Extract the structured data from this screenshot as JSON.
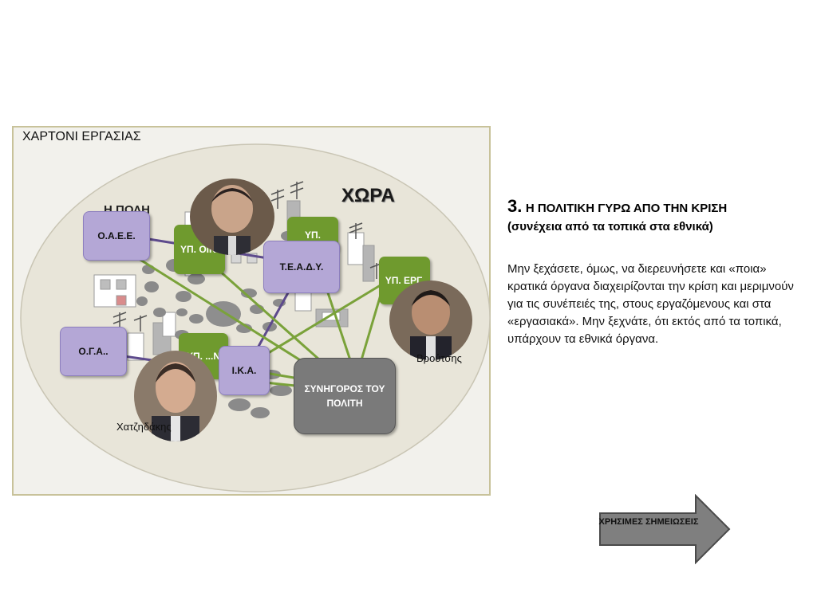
{
  "panel": {
    "title": "ΧΑΡΤΟΝΙ ΕΡΓΑΣΙΑΣ"
  },
  "map": {
    "country_label": "ΧΩΡΑ",
    "city_label": "Η ΠΟΛΗ"
  },
  "nodes": {
    "oaee": "Ο.Α.Ε.Ε.",
    "oga": "Ο.Γ.Α..",
    "teady": "Τ.Ε.Α.Δ.Υ.",
    "ika": "Ι.Κ.Α.",
    "yp_oik": "ΥΠ. ΟΙΚ.",
    "yp_top": "ΥΠ.",
    "yp_erg": "ΥΠ. ΕΡΓ.",
    "yp_low": "ΥΠ. ...Ν",
    "ombudsman": "ΣΥΝΗΓΟΡΟΣ ΤΟΥ ΠΟΛΙΤΗ"
  },
  "people": {
    "right_caption": "Βρούτσης",
    "left_caption": "Χατζηδάκης"
  },
  "slide": {
    "number": "3.",
    "title": "Η ΠΟΛΙΤΙΚΗ ΓΥΡΩ ΑΠΟ ΤΗΝ ΚΡΙΣΗ",
    "subtitle": "(συνέχεια από τα τοπικά στα εθνικά)",
    "body": "Μην ξεχάσετε, όμως, να διερευνήσετε και «ποια» κρατικά όργανα διαχειρίζονται την κρίση και μεριμνούν για τις συνέπειές της, στους εργαζόμενους και στα «εργασιακά». Μην ξεχνάτε, ότι  εκτός από τα τοπικά, υπάρχουν τα εθνικά όργανα."
  },
  "nav_button": {
    "label": "ΧΡΗΣΙΜΕΣ ΣΗΜΕΙΩΣΕΙΣ"
  },
  "colors": {
    "purple_box": "#b4a7d6",
    "green_box": "#6f9a2e",
    "gray_box": "#7a7a7a",
    "panel_border": "#c8c29a",
    "ellipse": "#e8e5d9",
    "link_purple": "#5d4a8c",
    "link_green": "#7aa23a"
  }
}
